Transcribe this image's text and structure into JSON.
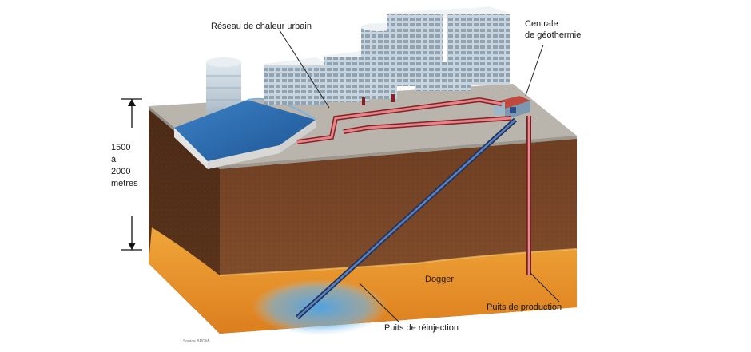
{
  "labels": {
    "reseau": "Réseau de chaleur urbain",
    "centrale_line1": "Centrale",
    "centrale_line2": "de géothermie",
    "depth_line1": "1500",
    "depth_line2": "à",
    "depth_line3": "2000",
    "depth_line4": "mètres",
    "dogger": "Dogger",
    "production": "Puits de production",
    "reinjection": "Puits de réinjection",
    "source": "Source BRGM"
  },
  "colors": {
    "soil": "#7a4628",
    "soil_dark": "#4e2c18",
    "aquifer": "#e8942a",
    "aquifer_light": "#f3b84e",
    "cold_water": "#3a8fd6",
    "surface": "#b7b2aa",
    "hot_pipe": "#c8323a",
    "cold_pipe": "#2e4f86",
    "roof_blue": "#2f6fb3"
  },
  "icons": {
    "depth_arrows": "vertical-double-arrow-icon"
  }
}
